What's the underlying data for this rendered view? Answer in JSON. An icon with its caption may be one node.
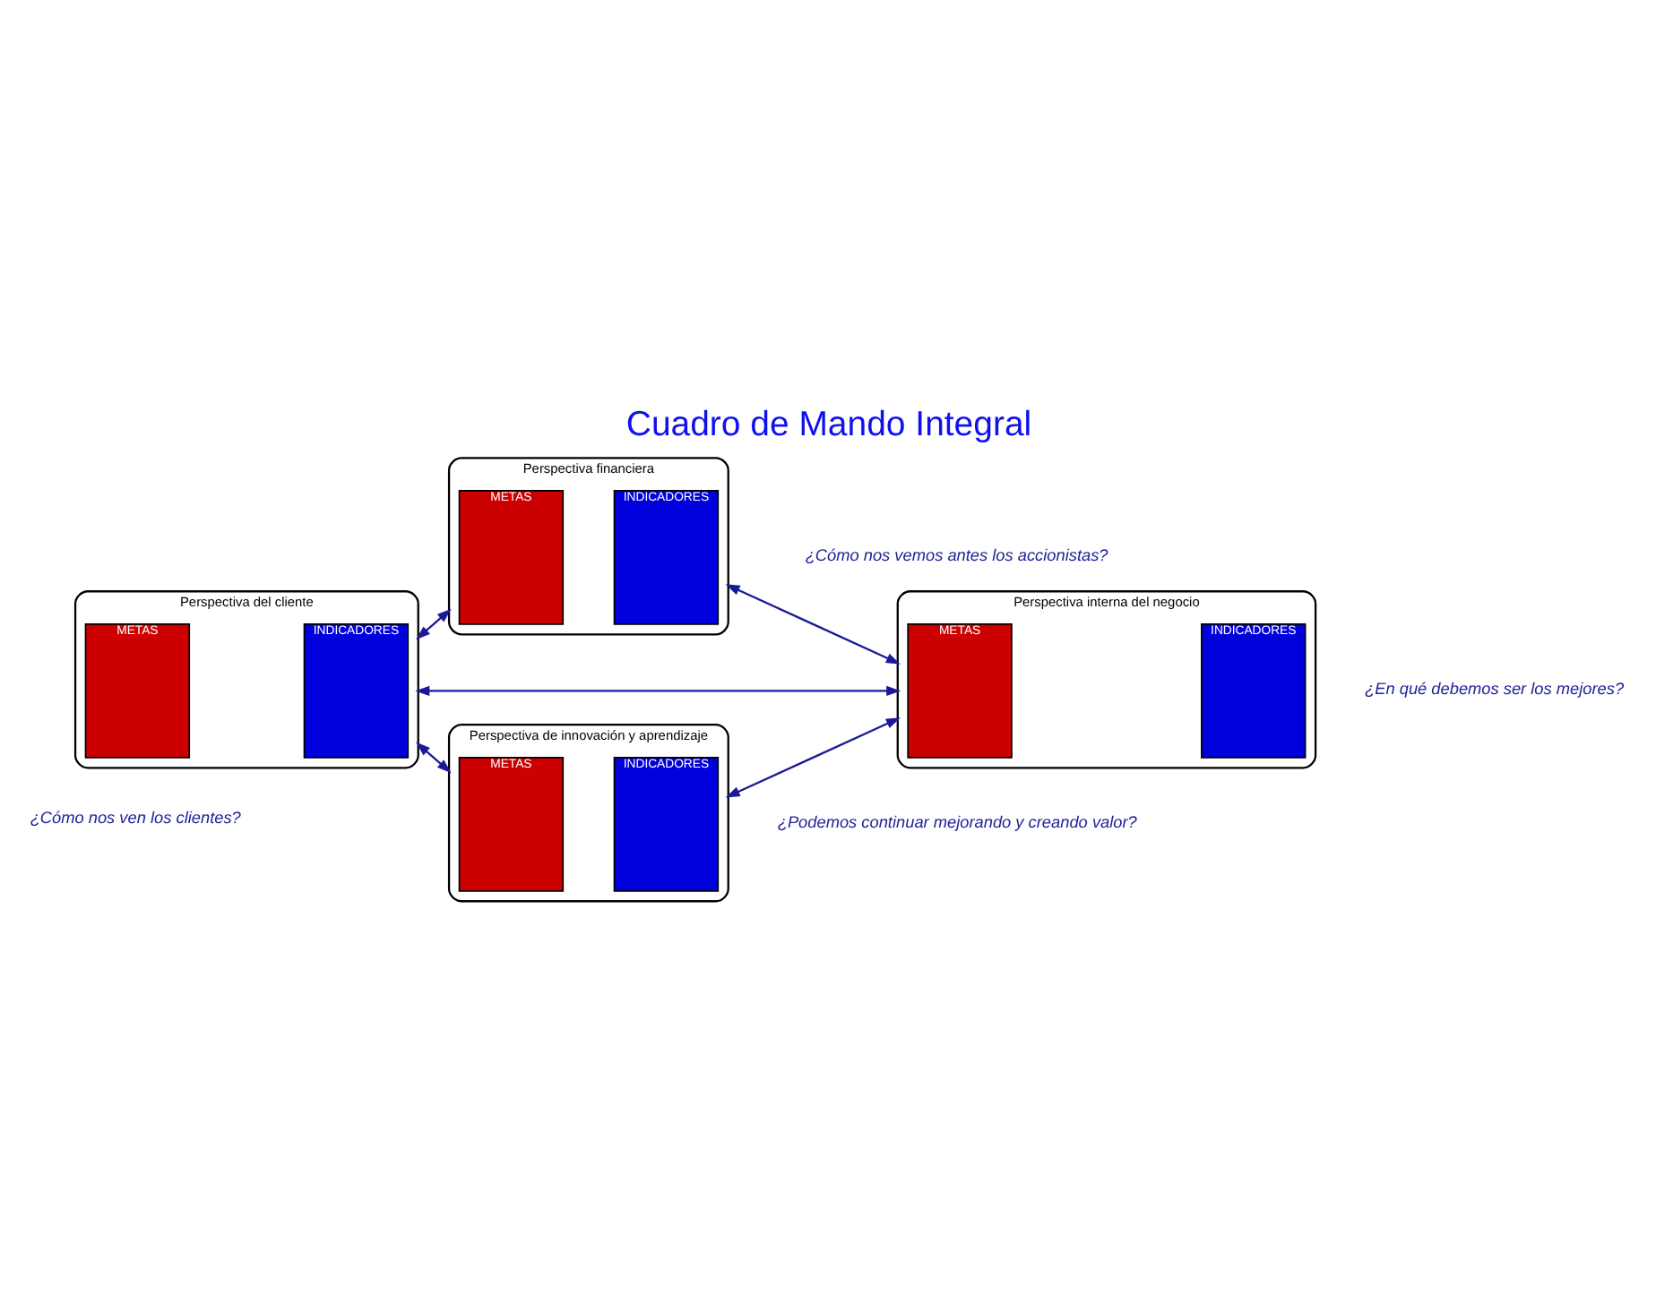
{
  "diagram": {
    "title": "Cuadro de Mando Integral",
    "nodes": [
      {
        "text": [
          "Perspectiva financiera"
        ]
      },
      {
        "text": [
          "METAS"
        ],
        "in": 0
      },
      {
        "text": [
          "INDICADORES"
        ],
        "in": 0
      },
      {
        "text": [
          "Perspectiva del cliente"
        ]
      },
      {
        "text": [
          "METAS"
        ],
        "in": 3
      },
      {
        "text": [
          "INDICADORES"
        ],
        "in": 3
      },
      {
        "text": [
          "Perspectiva interna del negocio"
        ]
      },
      {
        "text": [
          "METAS"
        ],
        "in": 6
      },
      {
        "text": [
          "INDICADORES"
        ],
        "in": 6
      },
      {
        "text": [
          "Perspectiva de innovación y aprendizaje"
        ]
      },
      {
        "text": [
          "METAS"
        ],
        "in": 9
      },
      {
        "text": [
          "INDICADORES"
        ],
        "in": 9
      }
    ],
    "edges": [
      {
        "from": 0,
        "to": 3,
        "arrow": "both"
      },
      {
        "from": 0,
        "to": 6,
        "arrow": "both"
      },
      {
        "from": 3,
        "to": 6,
        "arrow": "both"
      },
      {
        "from": 3,
        "to": 9,
        "arrow": "both"
      },
      {
        "from": 6,
        "to": 9,
        "arrow": "both"
      }
    ],
    "labels": [
      "¿Cómo nos vemos antes los accionistas?",
      "¿Cómo nos ven los clientes?",
      "¿En qué debemos ser los mejores?",
      "¿Podemos continuar mejorando y creando valor?"
    ]
  }
}
